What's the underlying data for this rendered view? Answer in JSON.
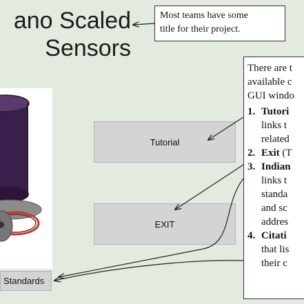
{
  "app_title": {
    "line1": "ano Scaled",
    "line2": "Sensors"
  },
  "buttons": {
    "tutorial": "Tutorial",
    "exit": "EXIT",
    "standards": "Standards"
  },
  "callouts": {
    "title_note": {
      "line1": "Most teams have some",
      "line2": "title for their project."
    },
    "panel": {
      "intro": [
        "There are t",
        "available c",
        "GUI windo"
      ],
      "items": [
        {
          "num": "1.",
          "head": "Tutori",
          "rest": [
            "links t",
            "related"
          ]
        },
        {
          "num": "2.",
          "head": "Exit",
          "tail": " (T",
          "rest": []
        },
        {
          "num": "3.",
          "head": "Indian",
          "rest": [
            "links t",
            "standa",
            "and sc",
            "addres"
          ]
        },
        {
          "num": "4.",
          "head": "Citati",
          "rest": [
            "that lis",
            "their c"
          ]
        }
      ]
    }
  },
  "colors": {
    "background": "#e3eadf",
    "button": "#d4d4d4",
    "sensor_body": "#3a1f4c",
    "sensor_cable": "#c0392b"
  },
  "icons": [
    "sensor-device-image"
  ]
}
